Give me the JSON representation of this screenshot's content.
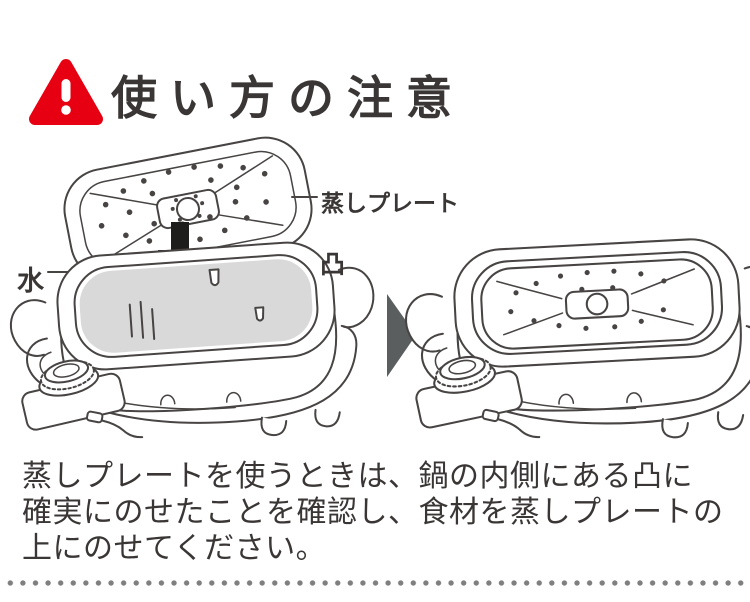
{
  "header": {
    "title": "使い方の注意",
    "warning_icon": "warning-triangle-icon"
  },
  "diagram": {
    "steam_plate_label": "蒸しプレート",
    "water_label": "水",
    "protrusion_label": "凸",
    "icons": {
      "insert_arrow": "down-arrow-icon",
      "result_arrow": "right-arrow-icon"
    }
  },
  "caption": {
    "line1": "蒸しプレートを使うときは、鍋の内側にある凸に",
    "line2": "確実にのせたことを確認し、食材を蒸しプレートの",
    "line3": "上にのせてください。"
  },
  "colors": {
    "accent_red": "#e60012",
    "text": "#3a3635",
    "line_art": "#474443",
    "water_fill": "#d9d9d9",
    "arrow_gray": "#5a5e5f",
    "dot_gray": "#7f7f7f"
  }
}
